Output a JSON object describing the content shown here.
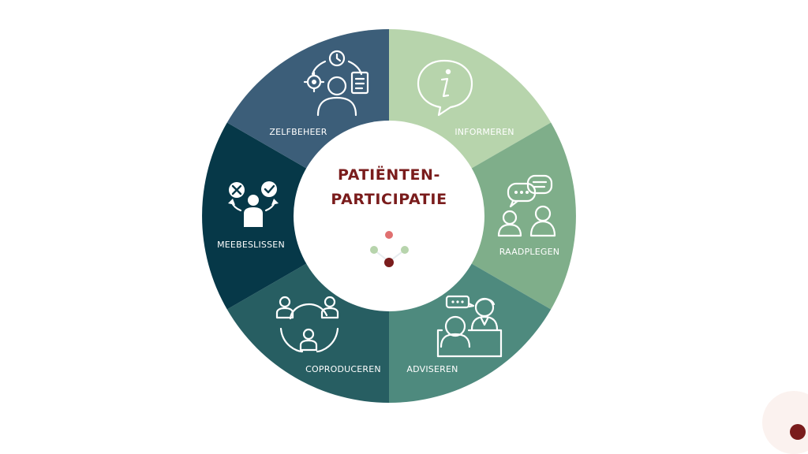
{
  "center": {
    "title_line1": "PATIËNTEN-",
    "title_line2": "PARTICIPATIE"
  },
  "segments": [
    {
      "label": "INFORMEREN",
      "color": "#b7d4ac",
      "icon": "info-speech-bubble-icon"
    },
    {
      "label": "RAADPLEGEN",
      "color": "#7fae8a",
      "icon": "two-people-chat-icon"
    },
    {
      "label": "ADVISEREN",
      "color": "#4e8a7e",
      "icon": "advisor-meeting-icon"
    },
    {
      "label": "COPRODUCEREN",
      "color": "#275e62",
      "icon": "team-network-icon"
    },
    {
      "label": "MEEBESLISSEN",
      "color": "#063848",
      "icon": "decision-person-icon"
    },
    {
      "label": "ZELFBEHEER",
      "color": "#3c5e79",
      "icon": "self-management-icon"
    }
  ],
  "dots": {
    "colors": [
      "#e07070",
      "#b7d4ac",
      "#b7d4ac",
      "#7a1c1c"
    ]
  },
  "corner_button": {
    "icon": "info-icon",
    "color": "#7a1c1c"
  }
}
